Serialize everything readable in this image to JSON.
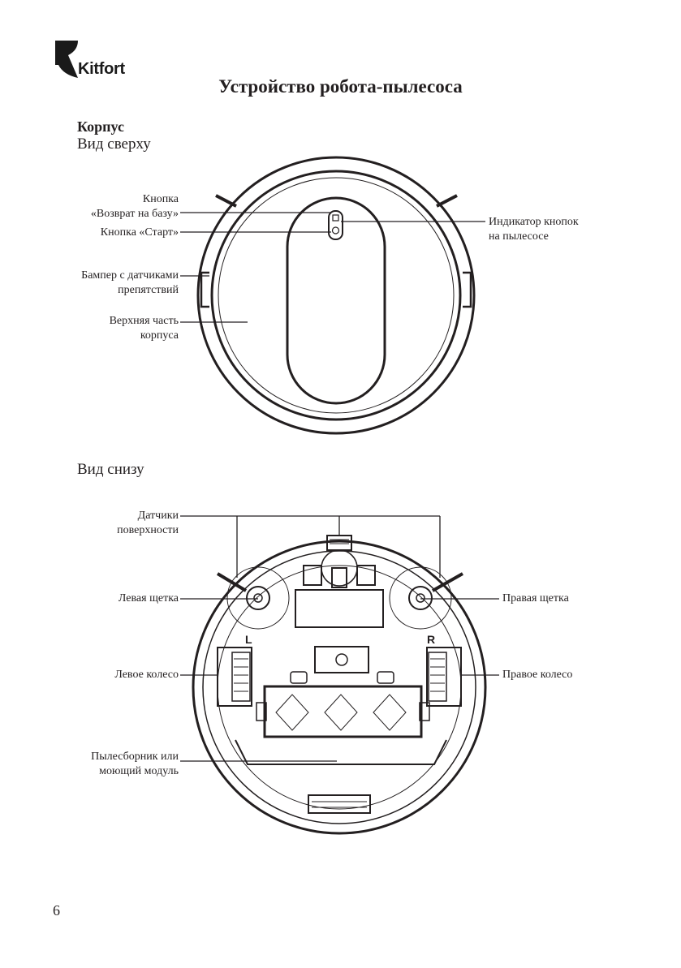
{
  "brand": {
    "name": "Kitfort"
  },
  "page": {
    "title": "Устройство робота-пылесоса",
    "section": "Корпус",
    "number": "6"
  },
  "top_view": {
    "heading": "Вид сверху",
    "labels": {
      "home_button": [
        "Кнопка",
        "«Возврат на базу»"
      ],
      "start_button": "Кнопка «Старт»",
      "bumper": [
        "Бампер с датчиками",
        "препятствий"
      ],
      "top_cover": [
        "Верхняя часть",
        "корпуса"
      ],
      "indicator": [
        "Индикатор кнопок",
        "на пылесосе"
      ]
    }
  },
  "bottom_view": {
    "heading": "Вид снизу",
    "labels": {
      "floor_sensors": [
        "Датчики",
        "поверхности"
      ],
      "left_brush": "Левая щетка",
      "right_brush": "Правая щетка",
      "left_wheel": "Левое колесо",
      "right_wheel": "Правое колесо",
      "dustbin": [
        "Пылесборник или",
        "моющий модуль"
      ],
      "wheel_letter_left": "L",
      "wheel_letter_right": "R"
    }
  }
}
